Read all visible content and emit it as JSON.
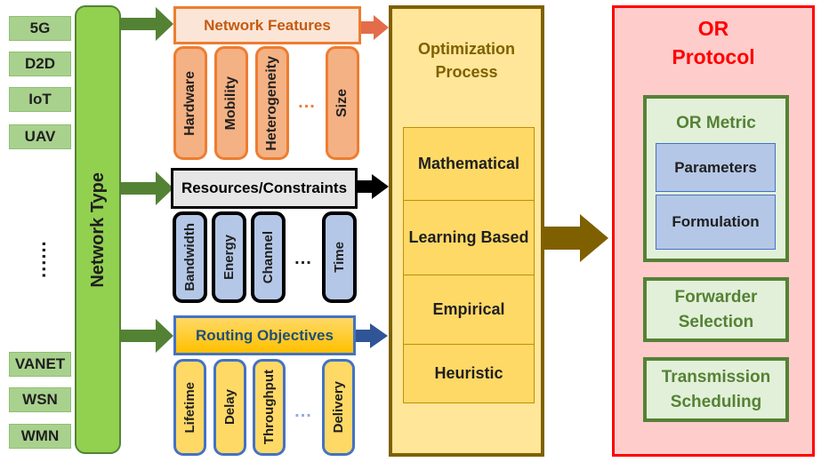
{
  "network_types": {
    "top": [
      "5G",
      "D2D",
      "IoT",
      "UAV"
    ],
    "ellipsis": "......",
    "bottom": [
      "VANET",
      "WSN",
      "WMN"
    ],
    "bar_label": "Network Type"
  },
  "network_features": {
    "title": "Network Features",
    "items": [
      "Hardware",
      "Mobility",
      "Heterogeneity",
      "Size"
    ],
    "ellipsis": "..."
  },
  "resources": {
    "title": "Resources/Constraints",
    "items": [
      "Bandwidth",
      "Energy",
      "Channel",
      "Time"
    ],
    "ellipsis": "..."
  },
  "routing": {
    "title": "Routing Objectives",
    "items": [
      "Lifetime",
      "Delay",
      "Throughput",
      "Delivery"
    ],
    "ellipsis": "..."
  },
  "optimization": {
    "title_line1": "Optimization",
    "title_line2": "Process",
    "methods": [
      "Mathematical",
      "Learning Based",
      "Empirical",
      "Heuristic"
    ]
  },
  "or_protocol": {
    "title_line1": "OR",
    "title_line2": "Protocol",
    "metric": {
      "title": "OR Metric",
      "parameters": "Parameters",
      "formulation": "Formulation"
    },
    "forwarder_line1": "Forwarder",
    "forwarder_line2": "Selection",
    "transmission_line1": "Transmission",
    "transmission_line2": "Scheduling"
  },
  "colors": {
    "green_arrow": "#548235",
    "orange_arrow": "#e46c4a",
    "black_arrow": "#000000",
    "blue_arrow": "#2f5597",
    "brown_arrow": "#7f6000",
    "or_red": "#ff0000"
  }
}
